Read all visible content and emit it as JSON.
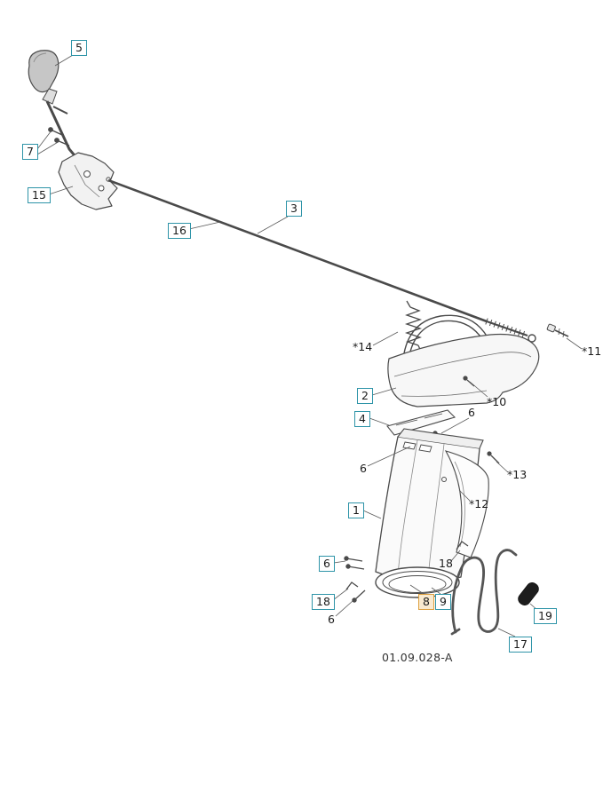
{
  "diagram": {
    "code": "01.09.028-A",
    "accent_color": "#2e94a8",
    "highlight_color": "#dd9f3d"
  },
  "parts": {
    "p1": "1",
    "p2": "2",
    "p3": "3",
    "p4": "4",
    "p5": "5",
    "p6": "6",
    "p7": "7",
    "p8": "8",
    "p9": "9",
    "p10": "*10",
    "p11": "*11",
    "p12": "*12",
    "p13": "*13",
    "p14": "*14",
    "p15": "15",
    "p16": "16",
    "p17": "17",
    "p18": "18",
    "p19": "19"
  }
}
